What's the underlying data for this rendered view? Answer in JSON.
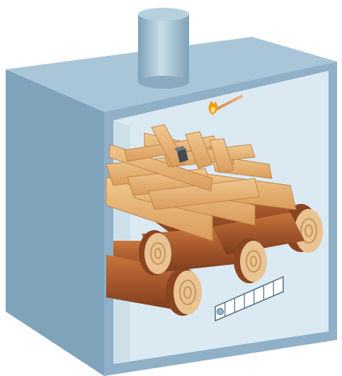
{
  "illustration": {
    "subject": "firebox-with-stacked-firewood",
    "components": [
      "chimney-flue",
      "firebox-housing",
      "firebox-opening",
      "log-stack",
      "kindling-stack",
      "firelighter-cube",
      "lit-match",
      "control-panel"
    ],
    "control_panel": {
      "slots": 7,
      "indicator_color": "#8fb4c6"
    },
    "colors": {
      "housing_front": "#8fb0c6",
      "housing_side": "#7fa3bb",
      "housing_top": "#a9c6d8",
      "interior": "#dbe9f2",
      "chimney": "#9dbdd0",
      "log_bark": "#a0522d",
      "log_end": "#e9c392",
      "kindling": "#e8b67a",
      "flame": "#f39c12"
    }
  }
}
